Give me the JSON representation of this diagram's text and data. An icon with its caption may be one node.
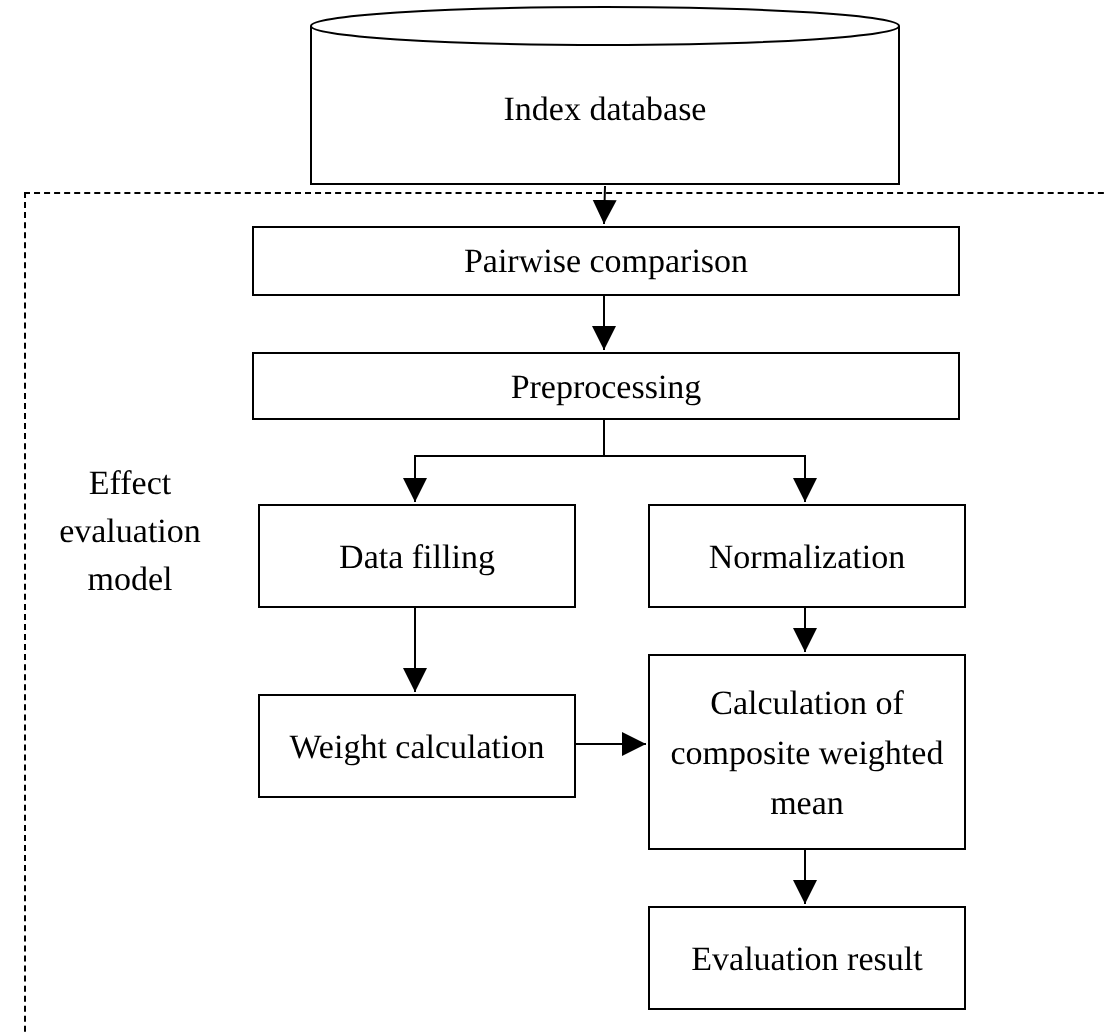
{
  "diagram": {
    "nodes": [
      {
        "text": [
          "Index database"
        ]
      },
      {
        "text": [
          "Effect evaluation model"
        ]
      },
      {
        "text": [
          "Pairwise comparison"
        ],
        "in": 1
      },
      {
        "text": [
          "Preprocessing"
        ],
        "in": 1
      },
      {
        "text": [
          "Data filling"
        ],
        "in": 1
      },
      {
        "text": [
          "Normalization"
        ],
        "in": 1
      },
      {
        "text": [
          "Weight calculation"
        ],
        "in": 1
      },
      {
        "text": [
          "Calculation of composite weighted mean"
        ],
        "in": 1
      },
      {
        "text": [
          "Evaluation result"
        ],
        "in": 1
      }
    ],
    "edges": [
      {
        "from": 0,
        "to": 2,
        "arrow": "to"
      },
      {
        "from": 2,
        "to": 3,
        "arrow": "to"
      },
      {
        "from": 3,
        "to": 4,
        "arrow": "to"
      },
      {
        "from": 3,
        "to": 5,
        "arrow": "to"
      },
      {
        "from": 4,
        "to": 6,
        "arrow": "to"
      },
      {
        "from": 6,
        "to": 7,
        "arrow": "to"
      },
      {
        "from": 5,
        "to": 7,
        "arrow": "to"
      },
      {
        "from": 7,
        "to": 8,
        "arrow": "to"
      }
    ]
  }
}
